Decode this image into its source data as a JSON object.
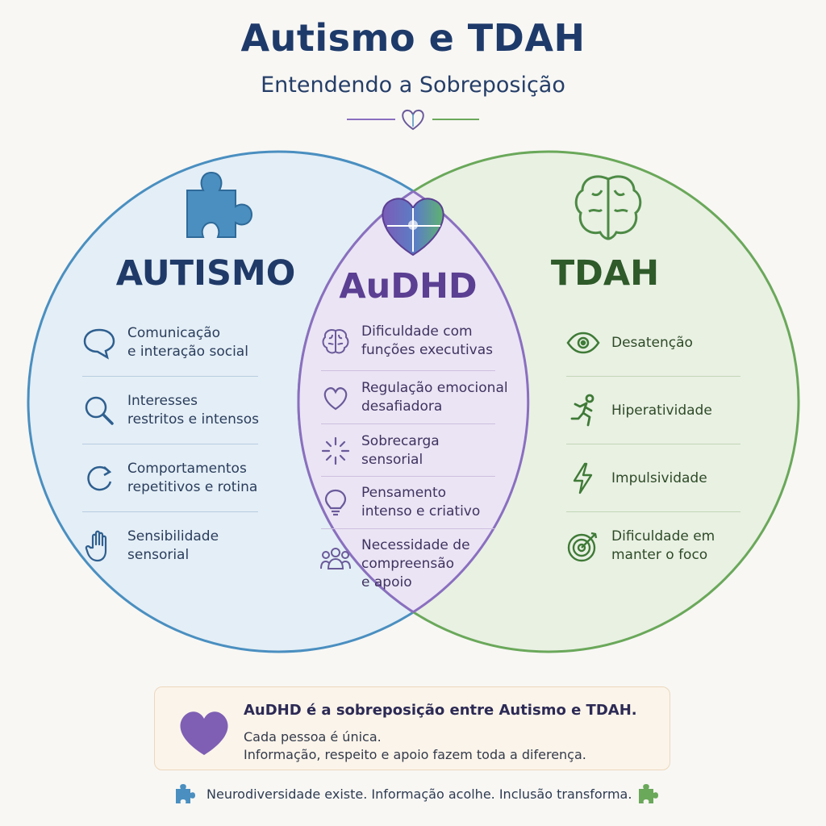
{
  "header": {
    "title": "Autismo e TDAH",
    "subtitle": "Entendendo a Sobreposição"
  },
  "colors": {
    "autismo": "#4a8fc0",
    "tdah": "#6aa85a",
    "audhd": "#8a6fc0"
  },
  "autismo": {
    "title": "AUTISMO",
    "icon": "puzzle-piece-icon",
    "items": [
      {
        "icon": "speech-bubble-icon",
        "lines": [
          "Comunicação",
          "e interação social"
        ]
      },
      {
        "icon": "magnifier-icon",
        "lines": [
          "Interesses",
          "restritos e intensos"
        ]
      },
      {
        "icon": "repeat-arrow-icon",
        "lines": [
          "Comportamentos",
          "repetitivos e rotina"
        ]
      },
      {
        "icon": "hand-icon",
        "lines": [
          "Sensibilidade",
          "sensorial"
        ]
      }
    ]
  },
  "audhd": {
    "title": "AuDHD",
    "icon": "puzzle-heart-icon",
    "items": [
      {
        "icon": "brain-icon",
        "lines": [
          "Dificuldade com",
          "funções executivas"
        ]
      },
      {
        "icon": "heart-icon",
        "lines": [
          "Regulação emocional",
          "desafiadora"
        ]
      },
      {
        "icon": "burst-icon",
        "lines": [
          "Sobrecarga",
          "sensorial"
        ]
      },
      {
        "icon": "lightbulb-icon",
        "lines": [
          "Pensamento",
          "intenso e criativo"
        ]
      },
      {
        "icon": "people-icon",
        "lines": [
          "Necessidade de",
          "compreensão",
          "e apoio"
        ]
      }
    ]
  },
  "tdah": {
    "title": "TDAH",
    "icon": "brain-icon",
    "items": [
      {
        "icon": "eye-icon",
        "lines": [
          "Desatenção"
        ]
      },
      {
        "icon": "running-person-icon",
        "lines": [
          "Hiperatividade"
        ]
      },
      {
        "icon": "lightning-icon",
        "lines": [
          "Impulsividade"
        ]
      },
      {
        "icon": "target-icon",
        "lines": [
          "Dificuldade em",
          "manter o foco"
        ]
      }
    ]
  },
  "info": {
    "main": "AuDHD é a sobreposição entre Autismo e TDAH.",
    "line1": "Cada pessoa é única.",
    "line2": "Informação, respeito e apoio fazem toda a diferença."
  },
  "footer": {
    "text": "Neurodiversidade existe. Informação acolhe. Inclusão transforma."
  }
}
